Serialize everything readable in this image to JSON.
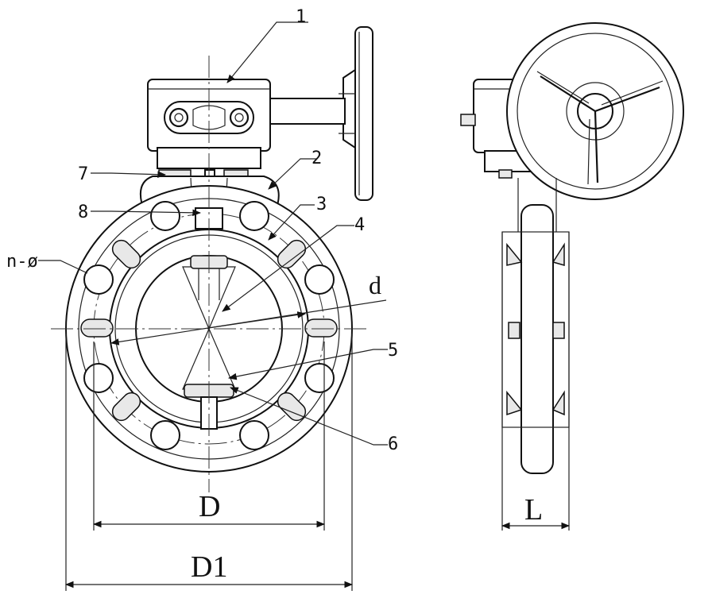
{
  "callouts": {
    "c1": "1",
    "c2": "2",
    "c3": "3",
    "c4": "4",
    "c5": "5",
    "c6": "6",
    "c7": "7",
    "c8": "8",
    "bolt_holes": "n-ø"
  },
  "dimensions": {
    "bore": "d",
    "bolt_circle": "D",
    "outer_diameter": "D1",
    "face_length": "L"
  }
}
